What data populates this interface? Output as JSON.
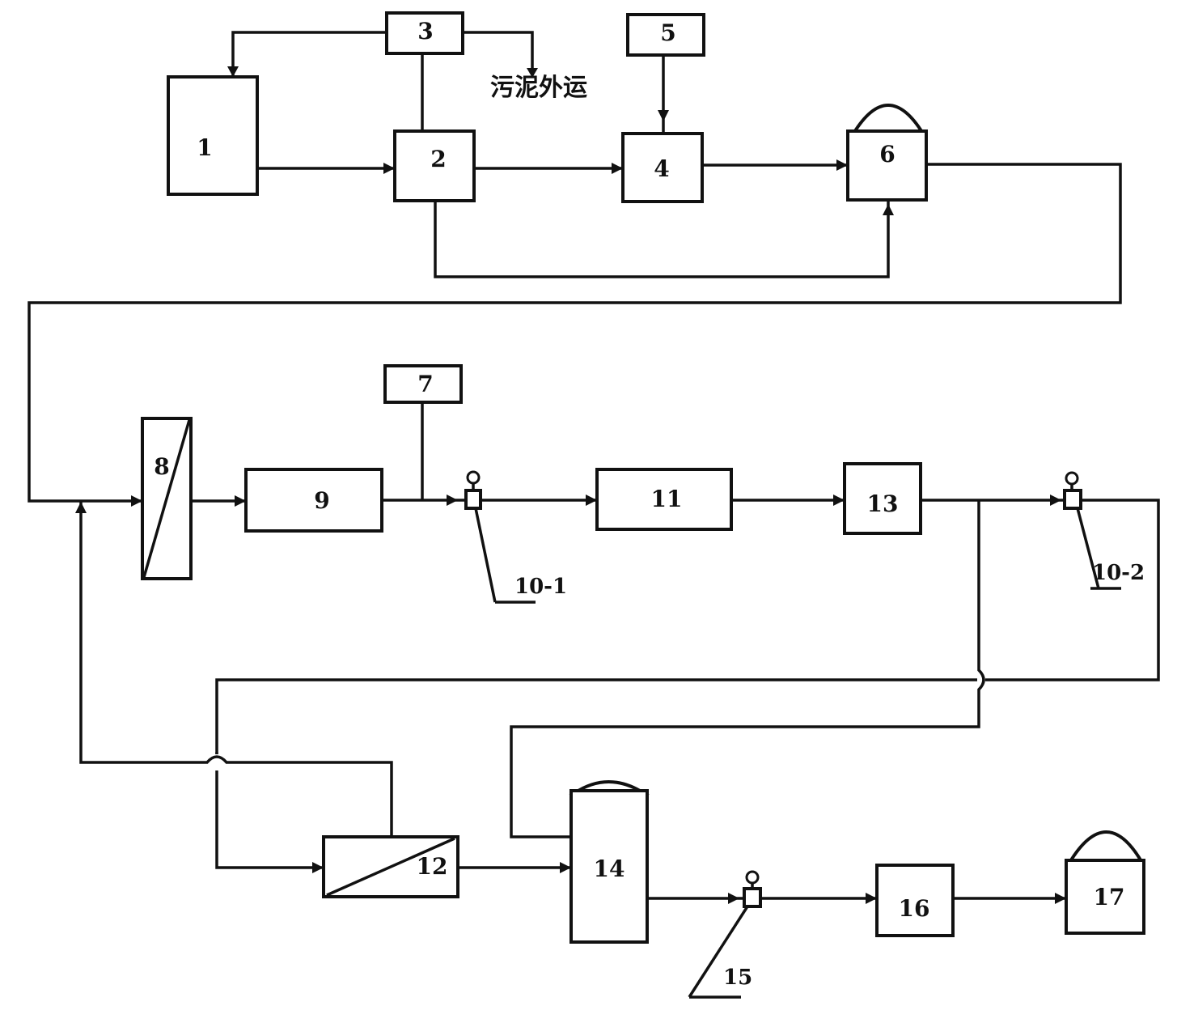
{
  "labels": {
    "u1": "1",
    "u2": "2",
    "u3": "3",
    "u4": "4",
    "u5": "5",
    "u6": "6",
    "u7": "7",
    "u8": "8",
    "u9": "9",
    "u10_1": "10-1",
    "u10_2": "10-2",
    "u11": "11",
    "u12": "12",
    "u13": "13",
    "u14": "14",
    "u15": "15",
    "u16": "16",
    "u17": "17"
  },
  "annotations": {
    "sludge_outlet": "污泥外运"
  },
  "colors": {
    "line": "#111111",
    "background": "#ffffff"
  }
}
